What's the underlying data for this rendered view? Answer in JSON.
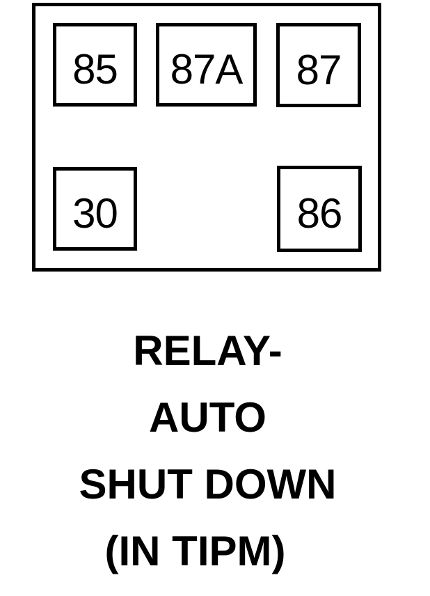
{
  "colors": {
    "line": "#000000",
    "background": "#ffffff"
  },
  "relay_connector": {
    "pins": [
      {
        "label": "85",
        "position": "top-left"
      },
      {
        "label": "87A",
        "position": "top-center"
      },
      {
        "label": "87",
        "position": "top-right"
      },
      {
        "label": "30",
        "position": "bottom-left"
      },
      {
        "label": "86",
        "position": "bottom-right"
      }
    ]
  },
  "caption": {
    "lines": [
      "RELAY-",
      "AUTO",
      "SHUT DOWN",
      "(IN TIPM)"
    ]
  }
}
